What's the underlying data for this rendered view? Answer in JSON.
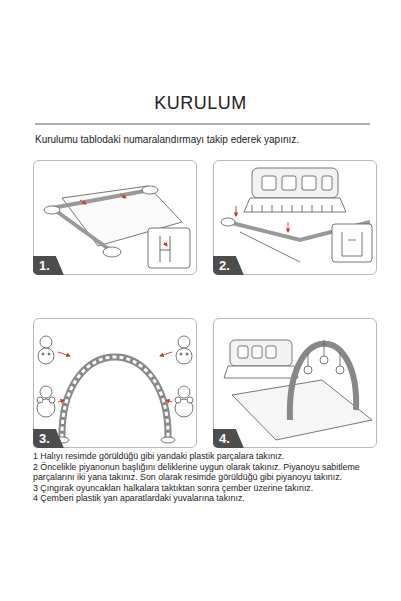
{
  "diagram": {
    "title": "KURULUM",
    "nodes": [
      {
        "text": [
          "1."
        ]
      },
      {
        "text": [
          "2."
        ]
      },
      {
        "text": [
          "3."
        ]
      },
      {
        "text": [
          "4."
        ]
      }
    ],
    "labels": [
      "Kurulumu tablodaki numaralandırmayı takip ederek yapınız.",
      "1 Halıyı resimde görüldüğü gibi yandaki plastik parçalara takınız.",
      "2 Öncelikle piyanonun başlığını deliklerine uygun olarak takınız. Piyanoyu sabitleme parçalarını iki yana takınız. Son olarak resimde görüldüğü gibi piyanoyu takınız.",
      "3 Çıngırak oyuncakları halkalara taktıktan sonra çember üzerine takınız.",
      "4 Çemberi plastik yan aparatlardaki yuvalarına takınız."
    ]
  }
}
